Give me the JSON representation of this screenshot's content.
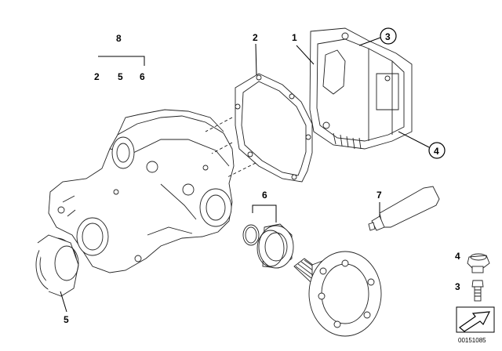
{
  "diagram": {
    "callouts": [
      {
        "id": "c8",
        "text": "8"
      },
      {
        "id": "c2a",
        "text": "2"
      },
      {
        "id": "c5a",
        "text": "5"
      },
      {
        "id": "c6a",
        "text": "6"
      },
      {
        "id": "c2",
        "text": "2"
      },
      {
        "id": "c1",
        "text": "1"
      },
      {
        "id": "c3c",
        "text": "3"
      },
      {
        "id": "c4c",
        "text": "4"
      },
      {
        "id": "c6",
        "text": "6"
      },
      {
        "id": "c7",
        "text": "7"
      },
      {
        "id": "c4",
        "text": "4"
      },
      {
        "id": "c3",
        "text": "3"
      },
      {
        "id": "c5",
        "text": "5"
      }
    ],
    "image_number": "00151085"
  },
  "parts": [
    {
      "name": "differential-housing"
    },
    {
      "name": "gasket"
    },
    {
      "name": "differential-cover"
    },
    {
      "name": "shaft-seal"
    },
    {
      "name": "o-ring-and-seal-set"
    },
    {
      "name": "sealant-tube"
    },
    {
      "name": "drain-plug"
    },
    {
      "name": "screw"
    },
    {
      "name": "output-flange"
    }
  ]
}
